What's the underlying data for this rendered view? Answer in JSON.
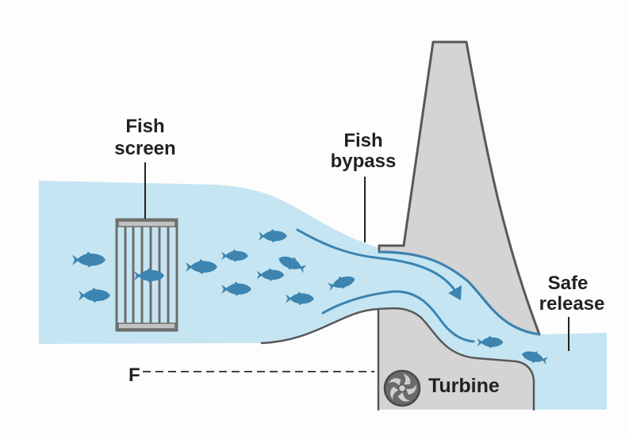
{
  "labels": {
    "fish_screen": {
      "line1": "Fish",
      "line2": "screen"
    },
    "fish_bypass": {
      "line1": "Fish",
      "line2": "bypass"
    },
    "safe_release": {
      "line1": "Safe",
      "line2": "release"
    },
    "turbine": "Turbine",
    "f_marker": "F"
  },
  "icons": {
    "fish": "fish-icon",
    "turbine": "turbine-icon",
    "flow_arrow": "arrow-icon",
    "screen": "fish-screen-cage-icon"
  },
  "fish_count": 13,
  "colors": {
    "background": "#fdfdfd",
    "water": "#c6e5f2",
    "fish": "#3d85b0",
    "flow": "#3a84b2",
    "concrete": "#d4d4d4",
    "outline": "#585858",
    "text": "#222222"
  }
}
